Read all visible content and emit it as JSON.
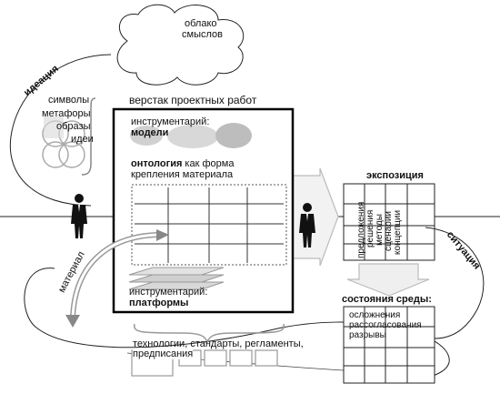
{
  "cloud": {
    "line1": "облако",
    "line2": "смыслов"
  },
  "ideation_label": "идеация",
  "symbols": [
    "символы",
    "метафоры",
    "образы",
    "идеи"
  ],
  "workbench": {
    "title": "верстак проектных работ",
    "instruments_title": "инструментарий:",
    "models": "модели",
    "ontology_bold": "онтология",
    "ontology_rest": " как форма",
    "ontology_line2": "крепления материала",
    "platforms_title": "инструментарий:",
    "platforms": "платформы"
  },
  "material_label": "материал",
  "exposition": {
    "title": "экспозиция",
    "columns": [
      "предложения",
      "решения",
      "методы",
      "сценарии",
      "концепции"
    ]
  },
  "situation_label": "ситуация",
  "environment": {
    "title": "состояния среды:",
    "items": [
      "осложнения",
      "рассогласования",
      "разрывы"
    ]
  },
  "bottom_text": {
    "line1": "технологии, стандарты, регламенты,",
    "line2": "предписания"
  },
  "colors": {
    "stroke": "#111111",
    "gray_fill": "#bcbcbc",
    "light_fill": "#d9d9d9",
    "arrow_fill": "#ececec"
  }
}
